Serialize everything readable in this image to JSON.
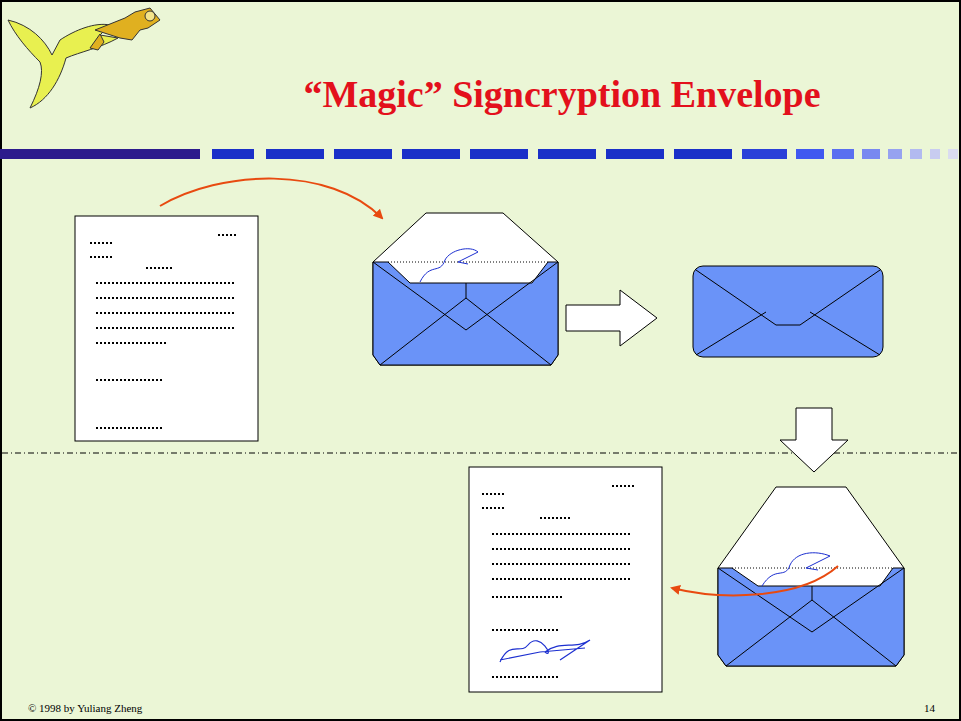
{
  "diagram": {
    "title": "“Magic” Signcryption Envelope",
    "labels": [
      "© 1998 by Yuliang Zheng",
      "14"
    ]
  }
}
